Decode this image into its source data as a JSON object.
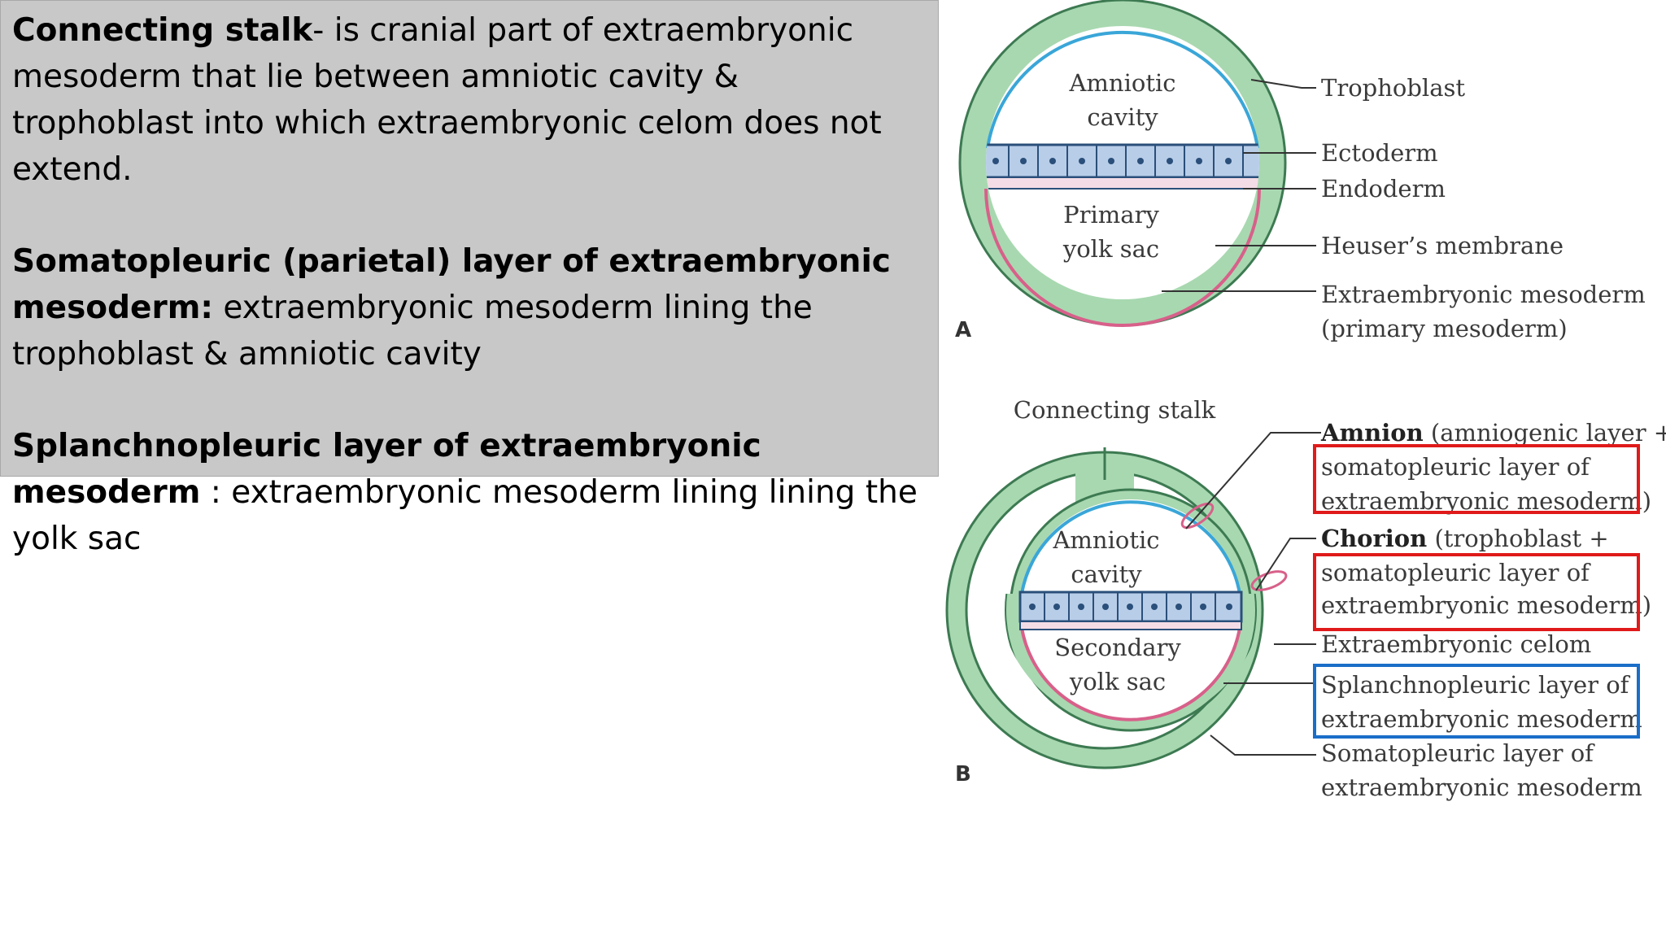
{
  "text": {
    "p1_bold": "Connecting stalk",
    "p1_rest": "- is cranial part of extraembryonic mesoderm that lie between amniotic cavity & trophoblast into which extraembryonic celom does not extend.",
    "p2_bold": "Somatopleuric (parietal) layer of extraembryonic mesoderm:",
    "p2_rest": " extraembryonic mesoderm lining the trophoblast & amniotic cavity",
    "p3_bold": "Splanchnopleuric layer of extraembryonic mesoderm",
    "p3_rest": " : extraembryonic mesoderm lining lining the yolk sac"
  },
  "diagramA": {
    "letter": "A",
    "amniotic_1": "Amniotic",
    "amniotic_2": "cavity",
    "yolk_1": "Primary",
    "yolk_2": "yolk sac",
    "labels": {
      "trophoblast": "Trophoblast",
      "ectoderm": "Ectoderm",
      "endoderm": "Endoderm",
      "heuser": "Heuser’s membrane",
      "eem_1": "Extraembryonic mesoderm",
      "eem_2": "(primary mesoderm)"
    }
  },
  "diagramB": {
    "letter": "B",
    "connecting_stalk": "Connecting stalk",
    "amniotic_1": "Amniotic",
    "amniotic_2": "cavity",
    "yolk_1": "Secondary",
    "yolk_2": "yolk sac",
    "labels": {
      "amnion_bold": "Amnion",
      "amnion_rest": " (amniogenic layer +",
      "amnion_2": "somatopleuric layer of",
      "amnion_3": "extraembryonic mesoderm)",
      "chorion_bold": "Chorion",
      "chorion_rest": " (trophoblast +",
      "chorion_2": "somatopleuric layer of",
      "chorion_3": "extraembryonic mesoderm)",
      "celom": "Extraembryonic celom",
      "splanch_1": "Splanchnopleuric layer of",
      "splanch_2": "extraembryonic mesoderm",
      "somato_1": "Somatopleuric layer of",
      "somato_2": "extraembryonic mesoderm"
    }
  },
  "colors": {
    "textbox_bg": "#c8c8c8",
    "mesoderm": "#a8d8b0",
    "amnion_line": "#3aa6d8",
    "yolk_line": "#d8608a",
    "cells": "#b8cde8",
    "highlight_red": "#e01a1a",
    "highlight_blue": "#1a6ec8"
  }
}
